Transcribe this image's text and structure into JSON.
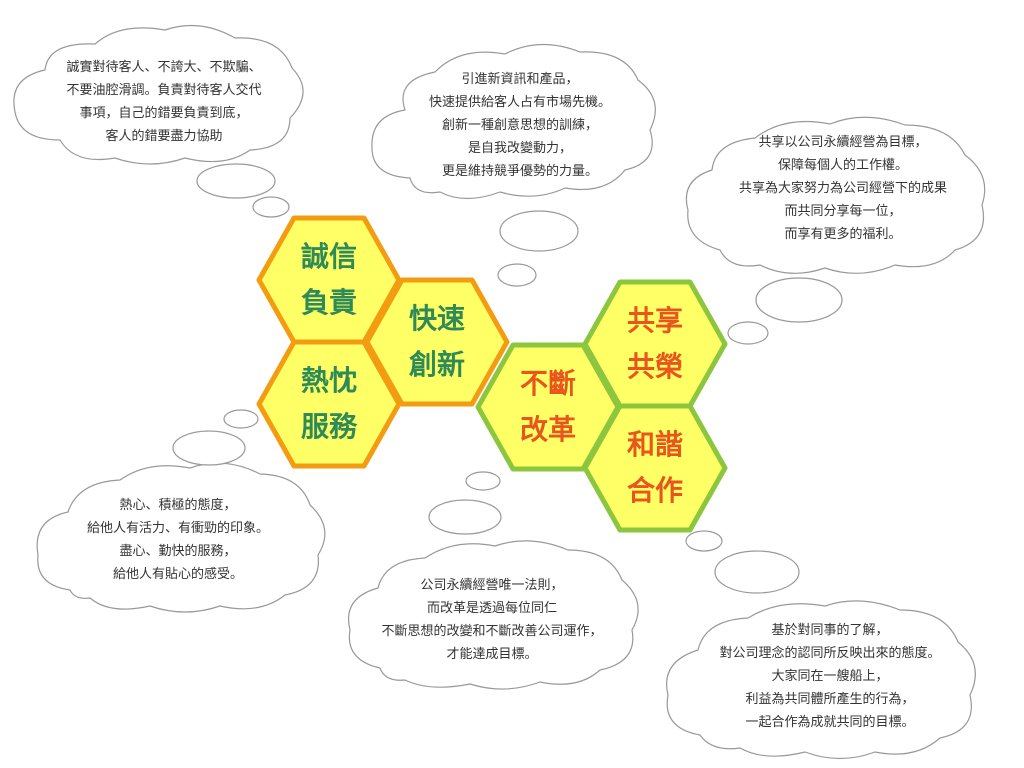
{
  "colors": {
    "orange_border": "#F39C12",
    "green_border": "#8CC63F",
    "hex_fill": "#FFFF66",
    "green_text": "#2E8B57",
    "orange_text": "#E8561E",
    "cloud_stroke": "#999999",
    "cloud_fill": "#FFFFFF",
    "text": "#333333"
  },
  "hexagons": [
    {
      "id": "integrity",
      "lines": [
        "誠信",
        "負責"
      ],
      "border": "orange",
      "text": "green"
    },
    {
      "id": "enthusiasm",
      "lines": [
        "熱忱",
        "服務"
      ],
      "border": "orange",
      "text": "green"
    },
    {
      "id": "speed",
      "lines": [
        "快速",
        "創新"
      ],
      "border": "orange",
      "text": "green"
    },
    {
      "id": "reform",
      "lines": [
        "不斷",
        "改革"
      ],
      "border": "green",
      "text": "orange"
    },
    {
      "id": "share",
      "lines": [
        "共享",
        "共榮"
      ],
      "border": "green",
      "text": "orange"
    },
    {
      "id": "harmony",
      "lines": [
        "和諧",
        "合作"
      ],
      "border": "green",
      "text": "orange"
    }
  ],
  "clouds": [
    {
      "id": "integrity",
      "lines": [
        "誠實對待客人、不誇大、不欺騙、",
        "不要油腔滑調。負責對待客人交代",
        "事項，自己的錯要負責到底，",
        "客人的錯要盡力協助"
      ]
    },
    {
      "id": "speed",
      "lines": [
        "引進新資訊和產品，",
        "快速提供給客人占有市場先機。",
        "創新一種創意思想的訓練，",
        "是自我改變動力，",
        "更是維持競爭優勢的力量。"
      ]
    },
    {
      "id": "share",
      "lines": [
        "共享以公司永續經營為目標，",
        "保障每個人的工作權。",
        "共享為大家努力為公司經營下的成果",
        "而共同分享每一位，",
        "而享有更多的福利。"
      ]
    },
    {
      "id": "enthusiasm",
      "lines": [
        "熱心、積極的態度，",
        "給他人有活力、有衝勁的印象。",
        "盡心、勤快的服務，",
        "給他人有貼心的感受。"
      ]
    },
    {
      "id": "reform",
      "lines": [
        "公司永續經營唯一法則，",
        "而改革是透過每位同仁",
        "不斷思想的改變和不斷改善公司運作，",
        "才能達成目標。"
      ]
    },
    {
      "id": "harmony",
      "lines": [
        "基於對同事的了解，",
        "對公司理念的認同所反映出來的態度。",
        "大家同在一艘船上，",
        "利益為共同體所產生的行為，",
        "一起合作為成就共同的目標。"
      ]
    }
  ]
}
